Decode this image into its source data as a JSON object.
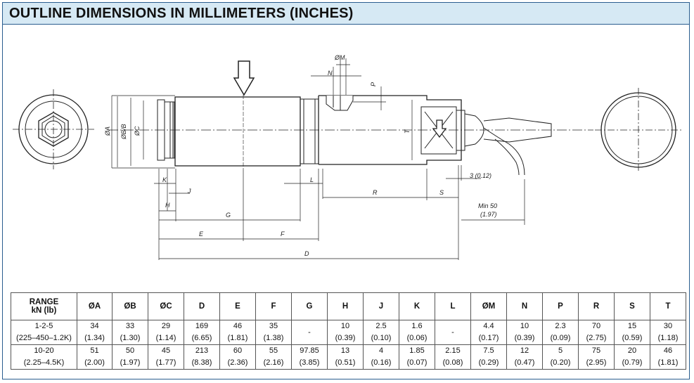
{
  "title": "OUTLINE DIMENSIONS IN MILLIMETERS (INCHES)",
  "drawing_labels": {
    "phiA": "ØA",
    "phiBB": "ØB/B",
    "phiC": "ØC",
    "phiM": "ØM",
    "N": "N",
    "P": "P",
    "T": "T",
    "K": "K",
    "J": "J",
    "H": "H",
    "L": "L",
    "R": "R",
    "S": "S",
    "G": "G",
    "E": "E",
    "F": "F",
    "D": "D",
    "gap": "3 (0.12)",
    "min_line1": "Min 50",
    "min_line2": "(1.97)"
  },
  "table": {
    "range_header_line1": "RANGE",
    "range_header_line2": "kN (lb)",
    "headers": [
      "ØA",
      "ØB",
      "ØC",
      "D",
      "E",
      "F",
      "G",
      "H",
      "J",
      "K",
      "L",
      "ØM",
      "N",
      "P",
      "R",
      "S",
      "T"
    ],
    "rows": [
      {
        "range_line1": "1-2-5",
        "range_line2": "(225–450–1.2K)",
        "cells": [
          {
            "mm": "34",
            "in": "(1.34)"
          },
          {
            "mm": "33",
            "in": "(1.30)"
          },
          {
            "mm": "29",
            "in": "(1.14)"
          },
          {
            "mm": "169",
            "in": "(6.65)"
          },
          {
            "mm": "46",
            "in": "(1.81)"
          },
          {
            "mm": "35",
            "in": "(1.38)"
          },
          {
            "mm": "-",
            "in": ""
          },
          {
            "mm": "10",
            "in": "(0.39)"
          },
          {
            "mm": "2.5",
            "in": "(0.10)"
          },
          {
            "mm": "1.6",
            "in": "(0.06)"
          },
          {
            "mm": "-",
            "in": ""
          },
          {
            "mm": "4.4",
            "in": "(0.17)"
          },
          {
            "mm": "10",
            "in": "(0.39)"
          },
          {
            "mm": "2.3",
            "in": "(0.09)"
          },
          {
            "mm": "70",
            "in": "(2.75)"
          },
          {
            "mm": "15",
            "in": "(0.59)"
          },
          {
            "mm": "30",
            "in": "(1.18)"
          }
        ]
      },
      {
        "range_line1": "10-20",
        "range_line2": "(2.25–4.5K)",
        "cells": [
          {
            "mm": "51",
            "in": "(2.00)"
          },
          {
            "mm": "50",
            "in": "(1.97)"
          },
          {
            "mm": "45",
            "in": "(1.77)"
          },
          {
            "mm": "213",
            "in": "(8.38)"
          },
          {
            "mm": "60",
            "in": "(2.36)"
          },
          {
            "mm": "55",
            "in": "(2.16)"
          },
          {
            "mm": "97.85",
            "in": "(3.85)"
          },
          {
            "mm": "13",
            "in": "(0.51)"
          },
          {
            "mm": "4",
            "in": "(0.16)"
          },
          {
            "mm": "1.85",
            "in": "(0.07)"
          },
          {
            "mm": "2.15",
            "in": "(0.08)"
          },
          {
            "mm": "7.5",
            "in": "(0.29)"
          },
          {
            "mm": "12",
            "in": "(0.47)"
          },
          {
            "mm": "5",
            "in": "(0.20)"
          },
          {
            "mm": "75",
            "in": "(2.95)"
          },
          {
            "mm": "20",
            "in": "(0.79)"
          },
          {
            "mm": "46",
            "in": "(1.81)"
          }
        ]
      }
    ]
  }
}
